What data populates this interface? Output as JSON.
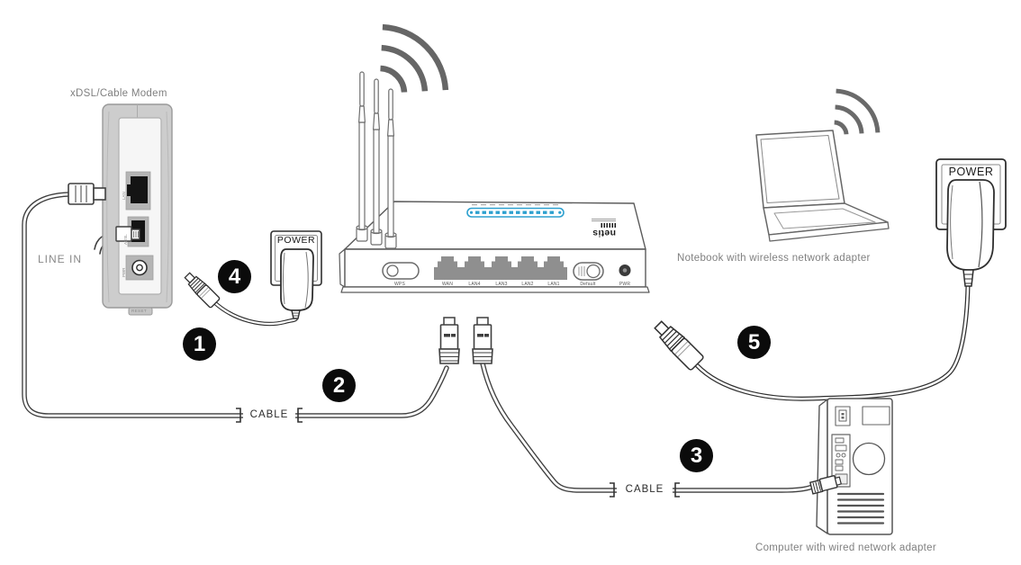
{
  "labels": {
    "modem_caption": "xDSL/Cable Modem",
    "line_in": "LINE IN",
    "cable": "CABLE",
    "power": "POWER",
    "notebook_caption": "Notebook with wireless network adapter",
    "computer_caption": "Computer with wired network adapter"
  },
  "router": {
    "brand": "netis",
    "port_labels": [
      "WPS",
      "WAN",
      "LAN4",
      "LAN3",
      "LAN2",
      "LAN1",
      "Default",
      "PWR"
    ]
  },
  "modem": {
    "port_labels": [
      "LAN",
      "ADSL",
      "PWR",
      "RESET"
    ]
  },
  "steps": [
    "1",
    "2",
    "3",
    "4",
    "5"
  ],
  "colors": {
    "step_badge": "#0b0b0b",
    "led_blue": "#2da0cf",
    "caption_gray": "#7f7f7f",
    "line_art": "#555555",
    "port_gray": "#8f8f8f"
  }
}
